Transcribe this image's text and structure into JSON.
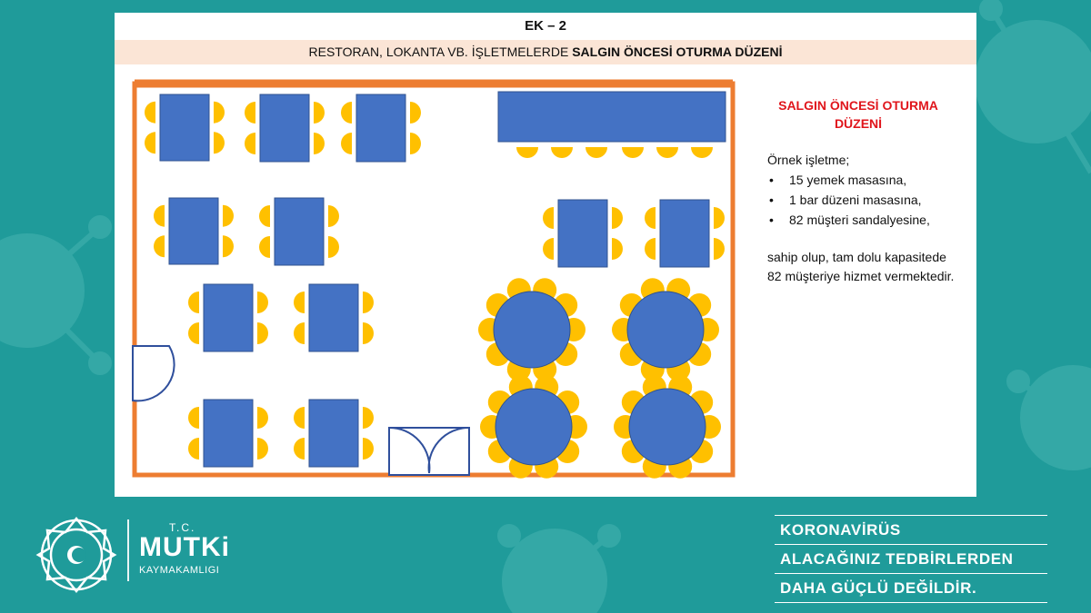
{
  "header": {
    "title": "EK – 2",
    "subtitle_prefix": "RESTORAN, LOKANTA VB. İŞLETMELERDE ",
    "subtitle_bold": "SALGIN ÖNCESİ OTURMA DÜZENİ"
  },
  "info": {
    "title": "SALGIN ÖNCESİ OTURMA DÜZENİ",
    "intro": "Örnek işletme;",
    "items": [
      "15  yemek masasına,",
      "1 bar düzeni masasına,",
      "82 müşteri sandalyesine,"
    ],
    "summary": "sahip olup, tam dolu kapasitede 82 müşteriye hizmet vermektedir."
  },
  "colors": {
    "table": "#4472c4",
    "chair": "#ffc000",
    "wall": "#ed7d31",
    "door": "#2f4f9c",
    "background": "#1f9b9a"
  },
  "logo": {
    "tc": "T.C.",
    "name": "MUTKi",
    "sub": "KAYMAKAMLIGI"
  },
  "slogan": {
    "line1": "KORONAVİRÜS",
    "line2": "ALACAĞINIZ TEDBİRLERDEN",
    "line3": "DAHA GÜÇLÜ DEĞİLDİR."
  }
}
